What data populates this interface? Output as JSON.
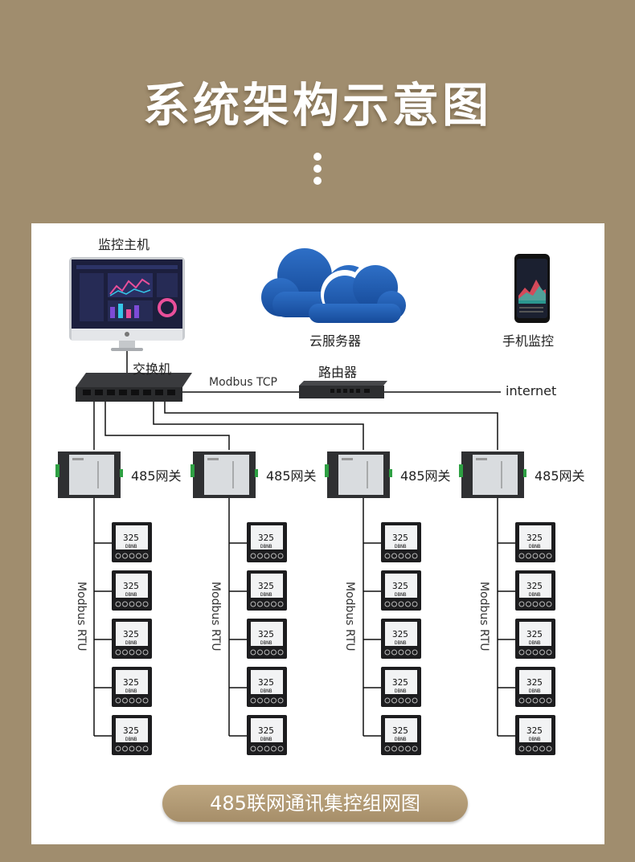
{
  "title": "系统架构示意图",
  "diagram": {
    "monitor_label": "监控主机",
    "cloud_label": "云服务器",
    "phone_label": "手机监控",
    "switch_label": "交换机",
    "router_label": "路由器",
    "link_protocol": "Modbus TCP",
    "internet_label": "internet",
    "gateway_label": "485网关",
    "bus_protocol": "Modbus RTU",
    "thermostat_reading": "325",
    "thermostat_sub": "DBNB",
    "gateway_count": 4,
    "thermostats_per_gateway": 5
  },
  "footer_caption": "485联网通讯集控组网图",
  "colors": {
    "background": "#a08d6e",
    "cloud": "#1f5bb0",
    "device_dark": "#1d1d1f"
  }
}
